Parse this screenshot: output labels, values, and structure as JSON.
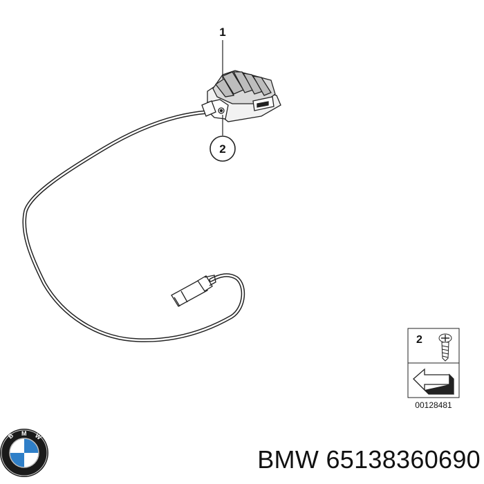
{
  "diagram": {
    "callouts": [
      {
        "number": "1"
      },
      {
        "number": "2"
      }
    ],
    "legend": {
      "item_number": "2",
      "item_icon": "screw-icon",
      "direction_icon": "arrow-icon",
      "reference_code": "00128481"
    }
  },
  "logo": {
    "name": "bmw-logo",
    "text": "BMW"
  },
  "caption": {
    "brand": "BMW",
    "part_number": "65138360690"
  },
  "colors": {
    "line": "#222222",
    "logo_blue": "#2f7fc8",
    "logo_ring": "#1a1a1a"
  }
}
